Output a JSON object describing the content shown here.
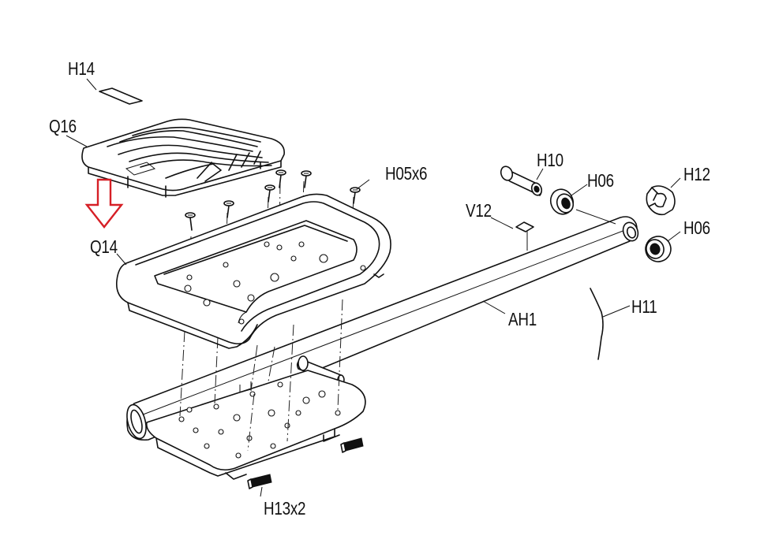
{
  "labels": {
    "h14": "H14",
    "q16": "Q16",
    "q14": "Q14",
    "h05": "H05x6",
    "h10": "H10",
    "h06_top": "H06",
    "h12": "H12",
    "v12": "V12",
    "h06_right": "H06",
    "ah1": "AH1",
    "h11": "H11",
    "h13": "H13x2"
  },
  "colors": {
    "arrow": "#d61f26",
    "line": "#111111"
  }
}
